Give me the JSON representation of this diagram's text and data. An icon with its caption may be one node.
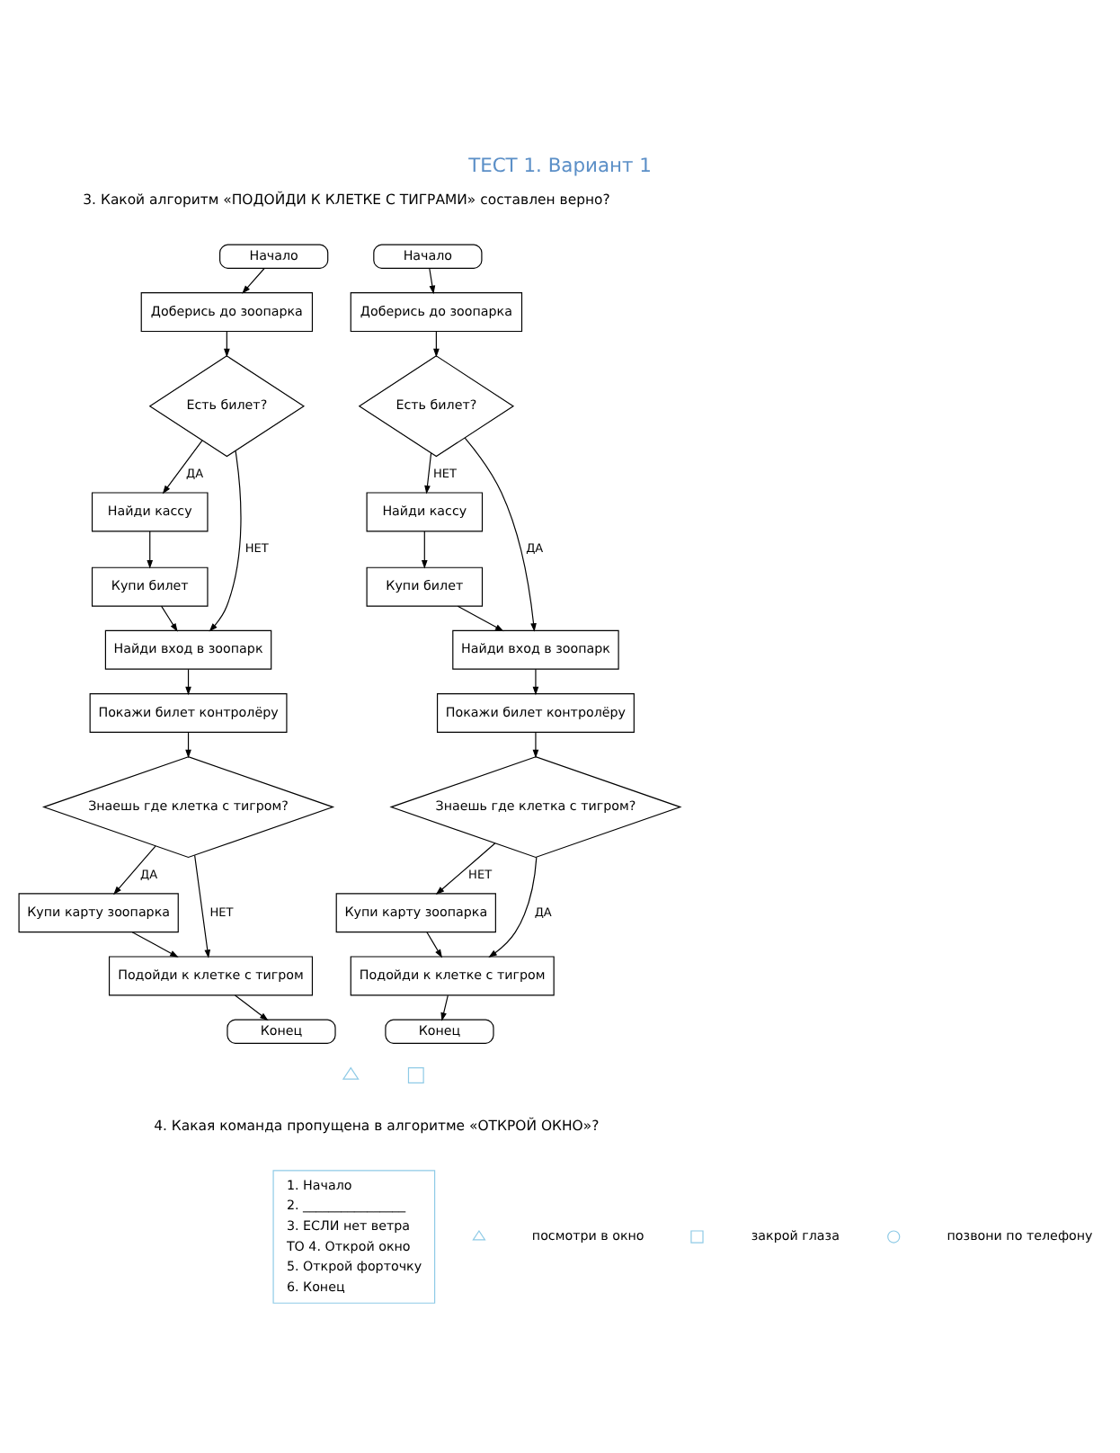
{
  "diagram": {
    "title": "ТЕСТ 1. Вариант 1",
    "nodes": [
      {
        "text": [
          "Начало"
        ]
      },
      {
        "text": [
          "Доберись до зоопарка"
        ]
      },
      {
        "text": [
          "Есть билет?"
        ]
      },
      {
        "text": [
          "Найди кассу"
        ]
      },
      {
        "text": [
          "Купи билет"
        ]
      },
      {
        "text": [
          "Найди вход в зоопарк"
        ]
      },
      {
        "text": [
          "Покажи билет контролёру"
        ]
      },
      {
        "text": [
          "Знаешь где клетка с тигром?"
        ]
      },
      {
        "text": [
          "Купи карту зоопарка"
        ]
      },
      {
        "text": [
          "Подойди к клетке с тигром"
        ]
      },
      {
        "text": [
          "Конец"
        ]
      },
      {
        "text": [
          "Начало"
        ]
      },
      {
        "text": [
          "Доберись до зоопарка"
        ]
      },
      {
        "text": [
          "Есть билет?"
        ]
      },
      {
        "text": [
          "Найди кассу"
        ]
      },
      {
        "text": [
          "Купи билет"
        ]
      },
      {
        "text": [
          "Найди вход в зоопарк"
        ]
      },
      {
        "text": [
          "Покажи билет контролёру"
        ]
      },
      {
        "text": [
          "Знаешь где клетка с тигром?"
        ]
      },
      {
        "text": [
          "Купи карту зоопарка"
        ]
      },
      {
        "text": [
          "Подойди к клетке с тигром"
        ]
      },
      {
        "text": [
          "Конец"
        ]
      },
      {
        "text": [],
        "shape": "triangle"
      },
      {
        "text": [],
        "shape": "box"
      }
    ],
    "edges": [
      {
        "from": 0,
        "to": 1,
        "arrow": "to"
      },
      {
        "from": 1,
        "to": 2,
        "arrow": "to"
      },
      {
        "from": 2,
        "to": 3,
        "arrow": "to",
        "label": "ДА"
      },
      {
        "from": 3,
        "to": 4,
        "arrow": "to"
      },
      {
        "from": 2,
        "to": 5,
        "arrow": "to",
        "label": "НЕТ"
      },
      {
        "from": 4,
        "to": 5,
        "arrow": "to"
      },
      {
        "from": 5,
        "to": 6,
        "arrow": "to"
      },
      {
        "from": 6,
        "to": 7,
        "arrow": "to"
      },
      {
        "from": 7,
        "to": 8,
        "arrow": "to",
        "label": "ДА"
      },
      {
        "from": 7,
        "to": 9,
        "arrow": "to",
        "label": "НЕТ"
      },
      {
        "from": 8,
        "to": 9,
        "arrow": "to"
      },
      {
        "from": 9,
        "to": 10,
        "arrow": "to"
      },
      {
        "from": 11,
        "to": 12,
        "arrow": "to"
      },
      {
        "from": 12,
        "to": 13,
        "arrow": "to"
      },
      {
        "from": 13,
        "to": 14,
        "arrow": "to",
        "label": "НЕТ"
      },
      {
        "from": 14,
        "to": 15,
        "arrow": "to"
      },
      {
        "from": 13,
        "to": 16,
        "arrow": "to",
        "label": "ДА"
      },
      {
        "from": 15,
        "to": 16,
        "arrow": "to"
      },
      {
        "from": 16,
        "to": 17,
        "arrow": "to"
      },
      {
        "from": 17,
        "to": 18,
        "arrow": "to"
      },
      {
        "from": 18,
        "to": 19,
        "arrow": "to",
        "label": "НЕТ"
      },
      {
        "from": 18,
        "to": 20,
        "arrow": "to",
        "label": "ДА"
      },
      {
        "from": 19,
        "to": 20,
        "arrow": "to"
      },
      {
        "from": 20,
        "to": 21,
        "arrow": "to"
      }
    ],
    "labels": [
      "3. Какой алгоритм «ПОДОЙДИ К КЛЕТКЕ С ТИГРАМИ» составлен верно?",
      "4. Какая команда пропущена в алгоритме «ОТКРОЙ ОКНО»?",
      "1. Начало",
      "2. ________________",
      "3. ЕСЛИ нет ветра",
      "ТО 4. Открой окно",
      "5. Открой форточку",
      "6. Конец"
    ],
    "legend": [
      {
        "text": "посмотри в окно"
      },
      {
        "text": "закрой глаза"
      },
      {
        "text": "позвони по телефону"
      }
    ]
  }
}
